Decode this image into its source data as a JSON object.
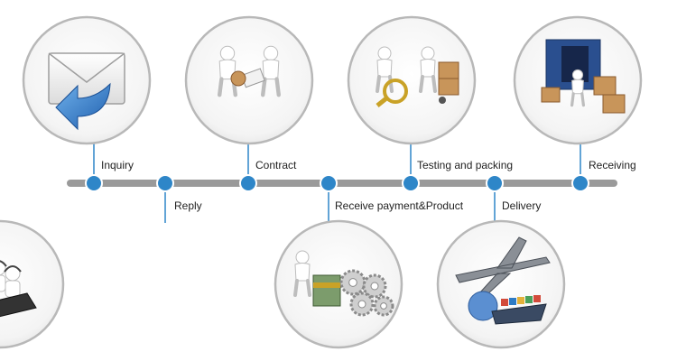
{
  "colors": {
    "timeline": "#9a9a9a",
    "node": "#2e86c8",
    "connector": "#2e86c8",
    "circle_border": "#b8b8b8",
    "figure": "#ffffff",
    "figure_stroke": "#bdbdbd",
    "accent_gold": "#c9a227",
    "accent_box": "#c8955a",
    "accent_blue": "#2b6fc0"
  },
  "steps": [
    {
      "label": "Inquiry",
      "position": "top",
      "icon": "envelope-reply-icon"
    },
    {
      "label": "Reply",
      "position": "bottom",
      "icon": "call-center-icon"
    },
    {
      "label": "Contract",
      "position": "top",
      "icon": "handshake-contract-icon"
    },
    {
      "label": "Receive payment&Product",
      "position": "bottom",
      "icon": "money-gears-icon"
    },
    {
      "label": "Testing and packing",
      "position": "top",
      "icon": "magnifier-hand-truck-icon"
    },
    {
      "label": "Delivery",
      "position": "bottom",
      "icon": "airplane-ship-globe-icon"
    },
    {
      "label": "Receiving",
      "position": "top",
      "icon": "container-boxes-icon"
    }
  ]
}
